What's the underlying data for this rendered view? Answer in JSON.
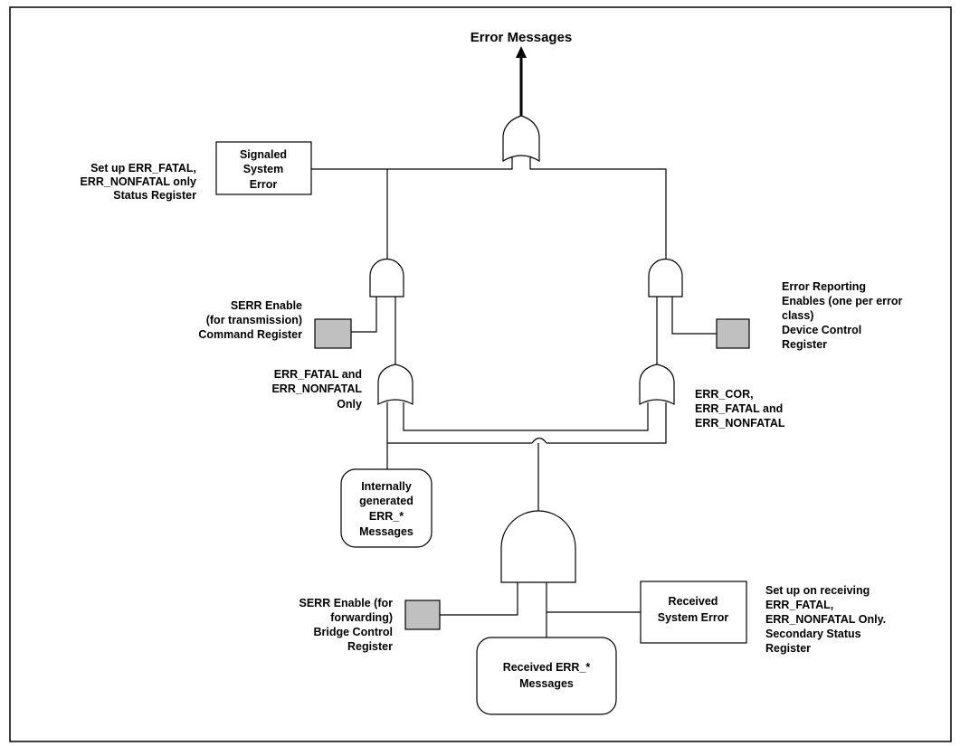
{
  "colors": {
    "enable_square": "#c0c0c0",
    "line": "#000000",
    "background": "#ffffff"
  },
  "title": "Error Messages",
  "labels": {
    "setup_fatal": [
      "Set up ERR_FATAL,",
      "ERR_NONFATAL only",
      "Status Register"
    ],
    "signaled_error": [
      "Signaled",
      "System",
      "Error"
    ],
    "serr_transmission": [
      "SERR Enable",
      "(for transmission)",
      "Command Register"
    ],
    "error_reporting": [
      "Error Reporting",
      "Enables (one per error",
      "class)",
      "Device Control",
      "Register"
    ],
    "fatal_nonfatal_only": [
      "ERR_FATAL and",
      "ERR_NONFATAL",
      "Only"
    ],
    "cor_fatal_nonfatal": [
      "ERR_COR,",
      "ERR_FATAL and",
      "ERR_NONFATAL"
    ],
    "internally_generated": [
      "Internally",
      "generated",
      "ERR_*",
      "Messages"
    ],
    "serr_forwarding": [
      "SERR Enable (for",
      "forwarding)",
      "Bridge Control",
      "Register"
    ],
    "received_system_error": [
      "Received",
      "System Error"
    ],
    "setup_receiving": [
      "Set up on receiving",
      "ERR_FATAL,",
      "ERR_NONFATAL Only.",
      "Secondary Status",
      "Register"
    ],
    "received_messages": [
      "Received ERR_*",
      "Messages"
    ]
  }
}
